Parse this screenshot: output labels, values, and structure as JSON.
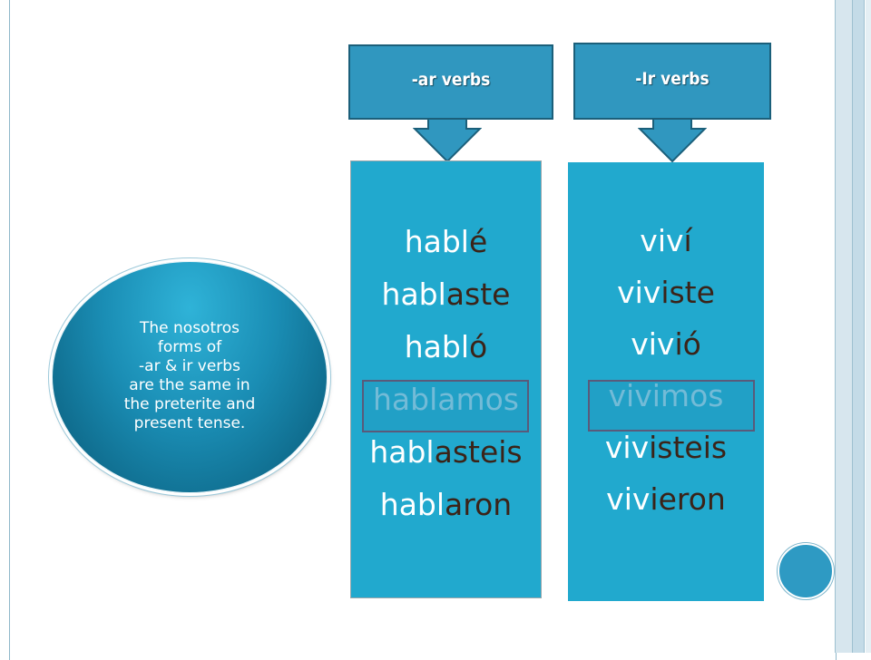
{
  "tags": {
    "ar": "-ar verbs",
    "ir": "-Ir verbs"
  },
  "ar_column": {
    "verbs": [
      {
        "stem": "habl",
        "ending": "é"
      },
      {
        "stem": "habl",
        "ending": "aste"
      },
      {
        "stem": "habl",
        "ending": "ó"
      },
      {
        "stem": "habl",
        "ending": "amos"
      },
      {
        "stem": "habl",
        "ending": "asteis"
      },
      {
        "stem": "habl",
        "ending": "aron"
      }
    ]
  },
  "ir_column": {
    "verbs": [
      {
        "stem": "viv",
        "ending": "í"
      },
      {
        "stem": "viv",
        "ending": "iste"
      },
      {
        "stem": "viv",
        "ending": "ió"
      },
      {
        "stem": "viv",
        "ending": "imos"
      },
      {
        "stem": "viv",
        "ending": "isteis"
      },
      {
        "stem": "viv",
        "ending": "ieron"
      }
    ]
  },
  "note": {
    "lines": [
      "The nosotros",
      "forms of",
      "-ar & ir verbs",
      "are the same in",
      "the preterite and",
      "present tense."
    ]
  },
  "colors": {
    "column_bg": "#21a9ce",
    "tag_bg": "#3097bf",
    "ending_text": "#3b2318",
    "accent_dot": "#2e9ac3"
  }
}
